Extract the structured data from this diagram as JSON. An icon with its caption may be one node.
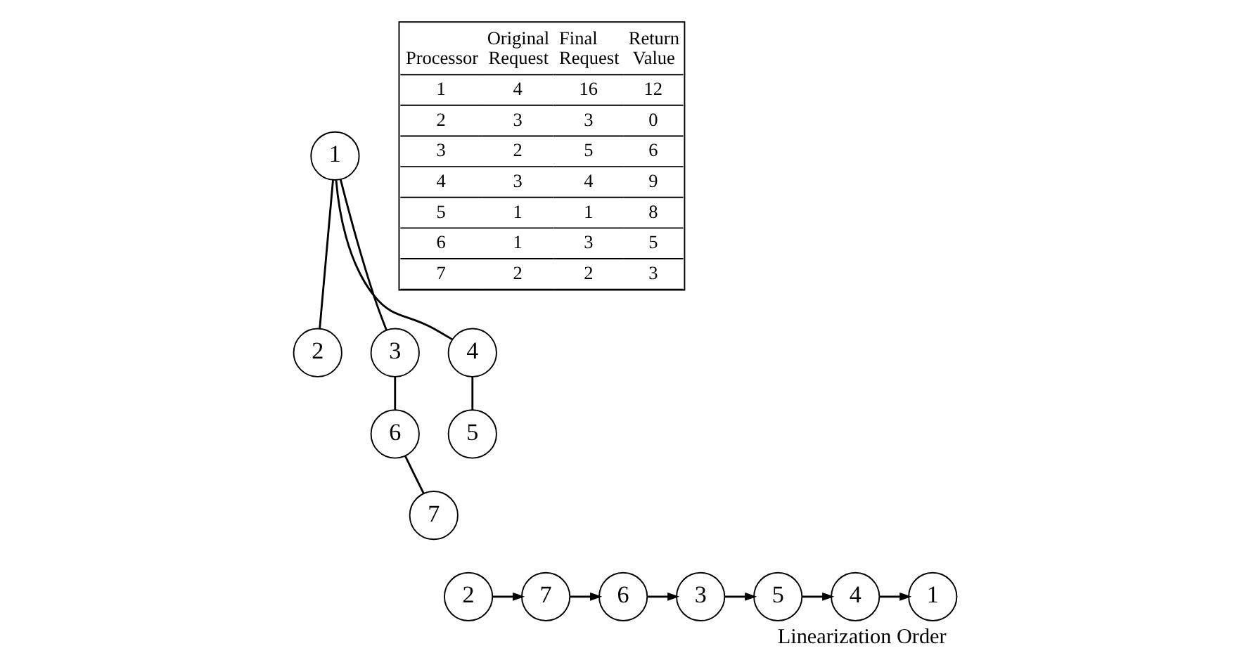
{
  "diagram": {
    "caption": "Linearization Order",
    "nodes": [
      {
        "text": [
          "1"
        ]
      },
      {
        "text": [
          "2"
        ]
      },
      {
        "text": [
          "3"
        ]
      },
      {
        "text": [
          "4"
        ]
      },
      {
        "text": [
          "6"
        ]
      },
      {
        "text": [
          "5"
        ]
      },
      {
        "text": [
          "7"
        ]
      },
      {
        "text": [
          "2"
        ]
      },
      {
        "text": [
          "7"
        ]
      },
      {
        "text": [
          "6"
        ]
      },
      {
        "text": [
          "3"
        ]
      },
      {
        "text": [
          "5"
        ]
      },
      {
        "text": [
          "4"
        ]
      },
      {
        "text": [
          "1"
        ]
      }
    ],
    "edges": [
      {
        "from": 0,
        "to": 1,
        "arrow": "none"
      },
      {
        "from": 0,
        "to": 2,
        "arrow": "none"
      },
      {
        "from": 0,
        "to": 3,
        "arrow": "none"
      },
      {
        "from": 2,
        "to": 4,
        "arrow": "none"
      },
      {
        "from": 3,
        "to": 5,
        "arrow": "none"
      },
      {
        "from": 4,
        "to": 6,
        "arrow": "none"
      },
      {
        "from": 7,
        "to": 8,
        "arrow": "to"
      },
      {
        "from": 8,
        "to": 9,
        "arrow": "to"
      },
      {
        "from": 9,
        "to": 10,
        "arrow": "to"
      },
      {
        "from": 10,
        "to": 11,
        "arrow": "to"
      },
      {
        "from": 11,
        "to": 12,
        "arrow": "to"
      },
      {
        "from": 12,
        "to": 13,
        "arrow": "to"
      }
    ],
    "labels": [
      "Processor",
      "Original Request",
      "Final Request",
      "Return Value",
      "1",
      "4",
      "16",
      "12",
      "2",
      "3",
      "3",
      "0",
      "3",
      "2",
      "5",
      "6",
      "4",
      "3",
      "4",
      "9",
      "5",
      "1",
      "1",
      "8",
      "6",
      "1",
      "3",
      "5",
      "7",
      "2",
      "2",
      "3"
    ]
  }
}
